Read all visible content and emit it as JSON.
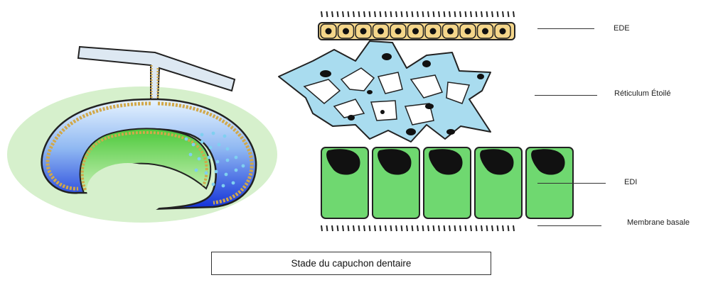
{
  "labels": {
    "ede": "EDE",
    "reticulum": "Réticulum Étoilé",
    "edi": "EDI",
    "membrane": "Membrane basale"
  },
  "caption": "Stade du capuchon dentaire",
  "colors": {
    "halo": "#d6f0cc",
    "papilla": "#6fd65a",
    "organ_blue": "#1f3fd6",
    "organ_light": "#cfe6ff",
    "ede_cells": "#f4d68a",
    "reticulum": "#a9dcef",
    "edi_cells": "#6fd870",
    "nucleus": "#111111",
    "dotted_wall": "#d9b35a"
  }
}
